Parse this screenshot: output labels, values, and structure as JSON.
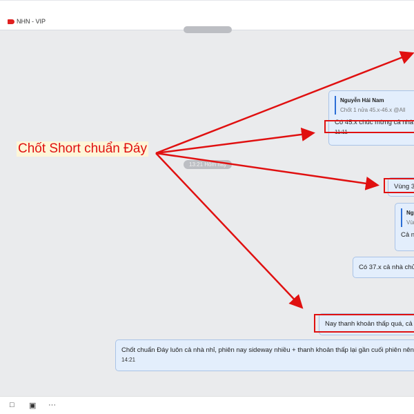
{
  "header": {
    "group_name": "NHN - VIP"
  },
  "chat": {
    "date_pills": [
      "13:21 Hôm nay"
    ],
    "messages": [
      {
        "quote_name": "Nguyễn Hải Nam",
        "quote_text": "Chốt 1 nửa 45.x-46.x @All",
        "text": "Có 45.x chúc mừng cả nhà, a",
        "time": "11:11"
      },
      {
        "text": "Vùng 3"
      },
      {
        "quote_name": "Ngu",
        "quote_text": "Vùn",
        "text": "Cả nh"
      },
      {
        "text": "Có 37.x cả nhà chủ"
      },
      {
        "text": "Nay thanh khoản thấp quá, cả n"
      },
      {
        "text": "Chốt chuẩn Đáy luôn cả nhà nhỉ, phiên nay sideway nhiều + thanh khoản thấp lại gần cuối phiên nên m",
        "time": "14:21"
      }
    ]
  },
  "annotation": {
    "label": "Chốt Short chuẩn Đáy",
    "color": "#e01010"
  },
  "toolbar": {
    "more": "···"
  }
}
